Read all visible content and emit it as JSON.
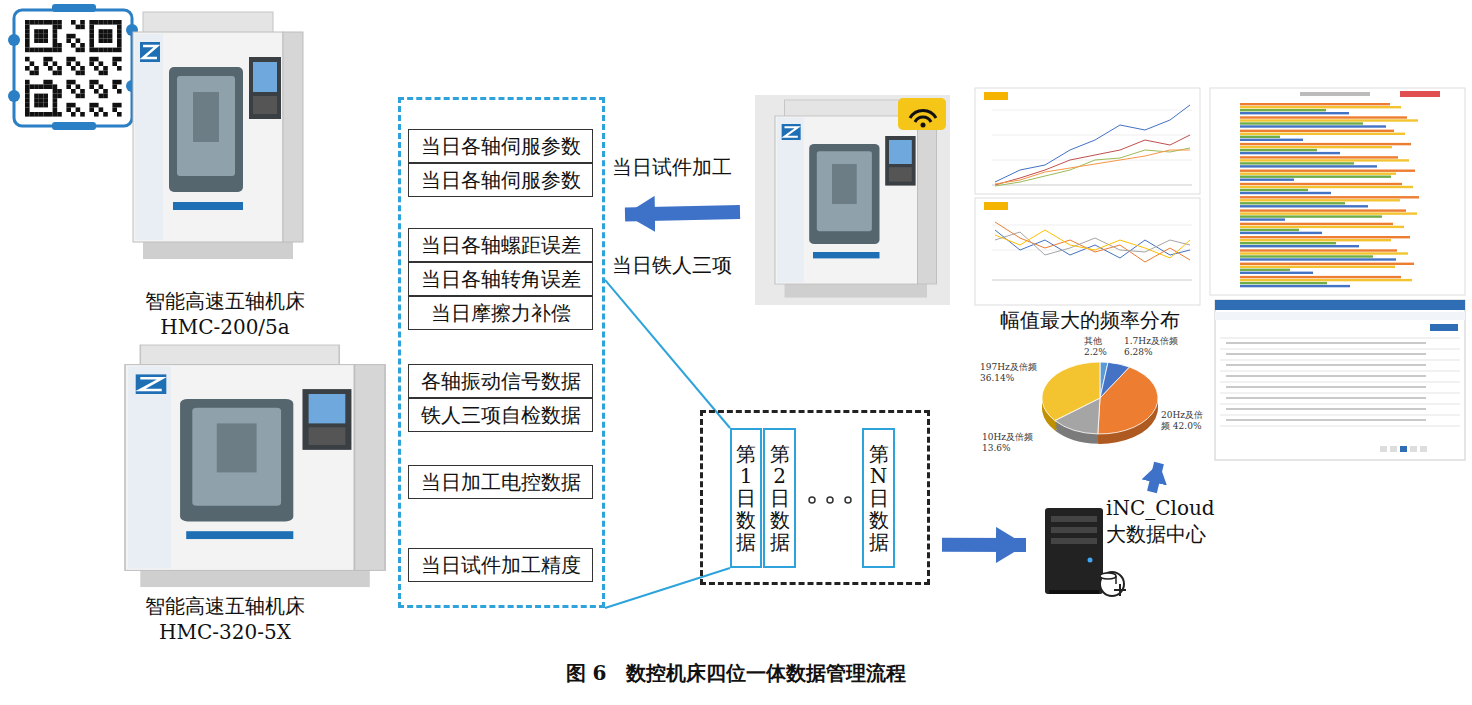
{
  "diagram": {
    "caption": "图 6　数控机床四位一体数据管理流程",
    "nodes": [
      {
        "text": [
          "智能高速五轴机床 HMC-200/5a"
        ]
      },
      {
        "text": [
          "智能高速五轴机床 HMC-320-5X"
        ]
      },
      {
        "text": []
      },
      {
        "text": [
          "当日各轴伺服参数"
        ],
        "in": 2
      },
      {
        "text": [
          "当日各轴伺服参数"
        ],
        "in": 2
      },
      {
        "text": [
          "当日各轴螺距误差"
        ],
        "in": 2
      },
      {
        "text": [
          "当日各轴转角误差"
        ],
        "in": 2
      },
      {
        "text": [
          "当日摩擦力补偿"
        ],
        "in": 2
      },
      {
        "text": [
          "各轴振动信号数据"
        ],
        "in": 2
      },
      {
        "text": [
          "铁人三项自检数据"
        ],
        "in": 2
      },
      {
        "text": [
          "当日加工电控数据"
        ],
        "in": 2
      },
      {
        "text": [
          "当日试件加工精度"
        ],
        "in": 2
      },
      {
        "text": []
      },
      {
        "text": []
      },
      {
        "text": [
          "第1日数据"
        ],
        "in": 13
      },
      {
        "text": [
          "第2日数据"
        ],
        "in": 13
      },
      {
        "text": [
          "第N日数据"
        ],
        "in": 13
      },
      {
        "text": [
          "iNC_Cloud 大数据中心"
        ]
      },
      {
        "text": [
          "幅值最大的频率分布"
        ]
      }
    ],
    "edges": [
      {
        "from": 12,
        "to": 2,
        "arrow": "to"
      },
      {
        "from": 2,
        "to": 14,
        "arrow": "none"
      },
      {
        "from": 2,
        "to": 14,
        "arrow": "none"
      },
      {
        "from": 13,
        "to": 17,
        "arrow": "to"
      },
      {
        "from": 17,
        "to": 18,
        "arrow": "to"
      }
    ],
    "labels": [
      "当日试件加工",
      "当日铁人三项",
      "其他 2.2%",
      "1.7Hz及倍频 6.28%",
      "197Hz及倍频 36.14%",
      "10Hz及倍频 13.6%",
      "20Hz及倍频 42.0%"
    ]
  }
}
